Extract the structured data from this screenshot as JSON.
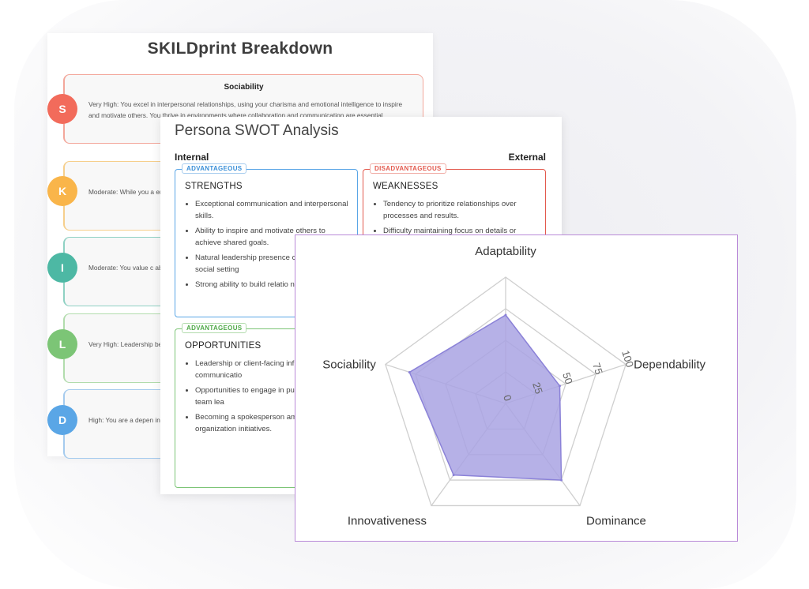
{
  "skildprint": {
    "title": "SKILDprint Breakdown",
    "traits": [
      {
        "letter": "S",
        "heading": "Sociability",
        "text": "Very High: You excel in interpersonal relationships, using your charisma and emotional intelligence to inspire and motivate others. You thrive in environments where collaboration and communication are essential.",
        "color": "#f26b5b",
        "border": "#f3a79b"
      },
      {
        "letter": "K",
        "heading": "",
        "text": "Moderate: While you a engaging others rather",
        "color": "#f9b54a",
        "border": "#f6cf8c"
      },
      {
        "letter": "I",
        "heading": "",
        "text": "Moderate: You value c ability to balance auto",
        "color": "#4db8a4",
        "border": "#8fd1c3"
      },
      {
        "letter": "L",
        "heading": "",
        "text": "Very High: Leadership becoming the driving f",
        "color": "#7cc576",
        "border": "#b2dcad"
      },
      {
        "letter": "D",
        "heading": "",
        "text": "High: You are a depen integrity in your relatio",
        "color": "#5aa6e6",
        "border": "#a5cbee"
      }
    ]
  },
  "swot": {
    "title": "Persona SWOT Analysis",
    "internal_label": "Internal",
    "external_label": "External",
    "strengths": {
      "tag": "ADVANTAGEOUS",
      "heading": "STRENGTHS",
      "items": [
        "Exceptional communication and interpersonal skills.",
        "Ability to inspire and motivate others to achieve shared goals.",
        "Natural leadership presence confidence in social setting",
        "Strong ability to build relatio networks."
      ]
    },
    "weaknesses": {
      "tag": "DISADVANTAGEOUS",
      "heading": "WEAKNESSES",
      "items": [
        "Tendency to prioritize relationships over processes and results.",
        "Difficulty maintaining focus on details or"
      ]
    },
    "opportunities": {
      "tag": "ADVANTAGEOUS",
      "heading": "OPPORTUNITIES",
      "items": [
        "Leadership or client-facing influence and communicatio",
        "Opportunities to engage in public relations, or team lea",
        "Becoming a spokesperson ambassador for organization initiatives."
      ]
    },
    "colors": {
      "blue": "#5aa6e6",
      "red": "#e35a4e",
      "green": "#7cc576"
    }
  },
  "chart_data": {
    "type": "radar",
    "axes": [
      "Adaptability",
      "Dependability",
      "Dominance",
      "Innovativeness",
      "Sociability"
    ],
    "values": [
      70,
      45,
      75,
      70,
      80
    ],
    "range": [
      0,
      100
    ],
    "ticks": [
      0,
      25,
      50,
      75,
      100
    ],
    "fill_color": "#a9a3e3",
    "stroke_color": "#8b82d8",
    "grid_color": "#cfcfcf"
  }
}
